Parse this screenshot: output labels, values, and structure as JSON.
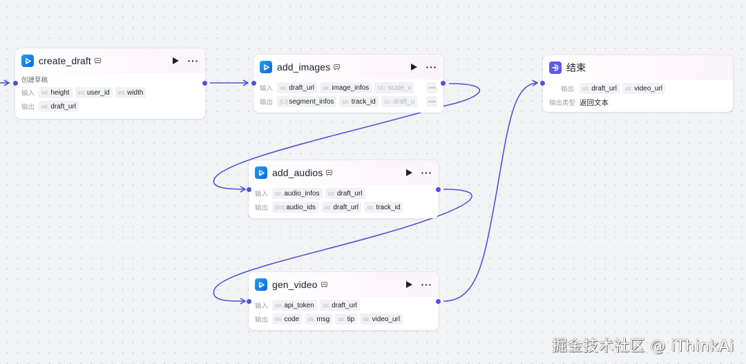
{
  "canvas": {
    "edge_color": "#4e52d6",
    "background_color": "#f2f3f5"
  },
  "nodes": {
    "create_draft": {
      "title": "create_draft",
      "description": "创建草稿",
      "input_label": "输入",
      "output_label": "输出",
      "inputs": [
        {
          "type": "int.",
          "name": "height"
        },
        {
          "type": "int.",
          "name": "user_id"
        },
        {
          "type": "int.",
          "name": "width"
        }
      ],
      "outputs": [
        {
          "type": "str.",
          "name": "draft_url"
        }
      ]
    },
    "add_images": {
      "title": "add_images",
      "input_label": "输入",
      "output_label": "输出",
      "inputs": [
        {
          "type": "str.",
          "name": "draft_url"
        },
        {
          "type": "str.",
          "name": "image_infos"
        },
        {
          "type": "N0.",
          "name": "scale_x"
        }
      ],
      "outputs": [
        {
          "type": "[Li]",
          "name": "segment_infos"
        },
        {
          "type": "str.",
          "name": "track_id"
        },
        {
          "type": "str.",
          "name": "draft_u"
        }
      ],
      "more_label": "···"
    },
    "add_audios": {
      "title": "add_audios",
      "input_label": "输入",
      "output_label": "输出",
      "inputs": [
        {
          "type": "str.",
          "name": "audio_infos"
        },
        {
          "type": "str.",
          "name": "draft_url"
        }
      ],
      "outputs": [
        {
          "type": "[Int]",
          "name": "audio_ids"
        },
        {
          "type": "str.",
          "name": "draft_url"
        },
        {
          "type": "str.",
          "name": "track_id"
        }
      ]
    },
    "gen_video": {
      "title": "gen_video",
      "input_label": "输入",
      "output_label": "输出",
      "inputs": [
        {
          "type": "str.",
          "name": "api_token"
        },
        {
          "type": "str.",
          "name": "draft_url"
        }
      ],
      "outputs": [
        {
          "type": "int.",
          "name": "code"
        },
        {
          "type": "str.",
          "name": "msg"
        },
        {
          "type": "str.",
          "name": "tip"
        },
        {
          "type": "str.",
          "name": "video_url"
        }
      ]
    },
    "end": {
      "title": "结束",
      "output_label": "输出",
      "output_type_label": "输出类型",
      "output_type_value": "返回文本",
      "outputs": [
        {
          "type": "str.",
          "name": "draft_url"
        },
        {
          "type": "str.",
          "name": "video_url"
        }
      ]
    }
  },
  "watermark": "掘金技术社区 @ iThinkAi"
}
